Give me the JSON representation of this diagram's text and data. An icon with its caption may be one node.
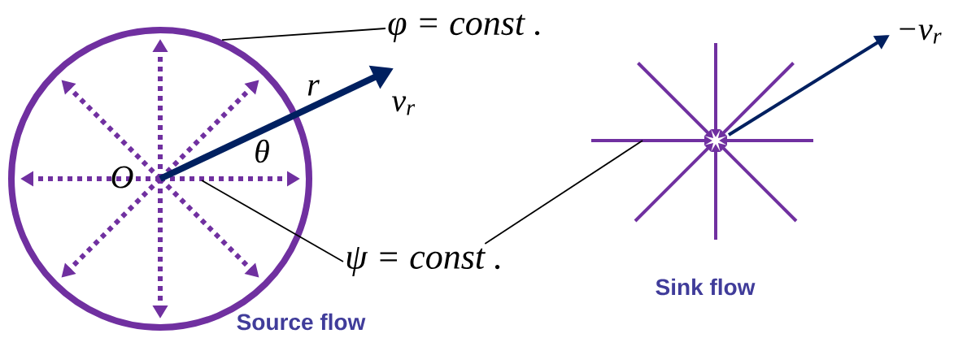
{
  "diagram": {
    "nodes": [
      {
        "text": [],
        "shape": "circle",
        "beside": [
          "Source flow"
        ]
      },
      {
        "text": [
          "φ = const ."
        ]
      },
      {
        "text": [
          "ψ = const ."
        ]
      },
      {
        "text": [],
        "shape": "picture",
        "beside": [
          "Sink flow"
        ]
      }
    ],
    "edges": [
      {
        "from": 1,
        "to": 0,
        "arrow": "none"
      },
      {
        "from": 2,
        "to": 0,
        "arrow": "none"
      },
      {
        "from": 2,
        "to": 3,
        "arrow": "none"
      }
    ],
    "labels": [
      "r",
      "v$_{r}$",
      "θ",
      "O",
      "−v$_{r}$"
    ]
  }
}
